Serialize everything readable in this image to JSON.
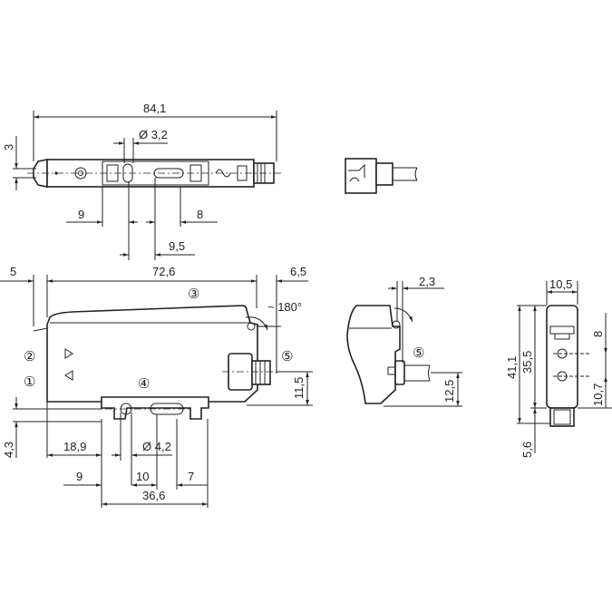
{
  "top_view": {
    "overall_length": "84,1",
    "hole_diameter": "Ø 3,2",
    "nozzle_height": "3",
    "dim_9": "9",
    "dim_8": "8",
    "dim_9_5": "9,5"
  },
  "side_view": {
    "dim_5": "5",
    "dim_72_6": "72,6",
    "dim_6_5": "6,5",
    "rotation": "~ 180°",
    "dim_11_5": "11,5",
    "dim_4_3": "4,3",
    "dim_18_9": "18,9",
    "hole_diameter": "Ø 4,2",
    "dim_9": "9",
    "dim_10": "10",
    "dim_7": "7",
    "dim_36_6": "36,6",
    "callouts": [
      "①",
      "②",
      "③",
      "④",
      "⑤"
    ]
  },
  "front_view": {
    "dim_2_3": "2,3",
    "dim_12_5": "12,5",
    "callout": "⑤"
  },
  "end_view": {
    "dim_10_5": "10,5",
    "dim_41_1": "41,1",
    "dim_35_5": "35,5",
    "dim_8": "8",
    "dim_10_7": "10,7",
    "dim_5_6": "5,6"
  }
}
